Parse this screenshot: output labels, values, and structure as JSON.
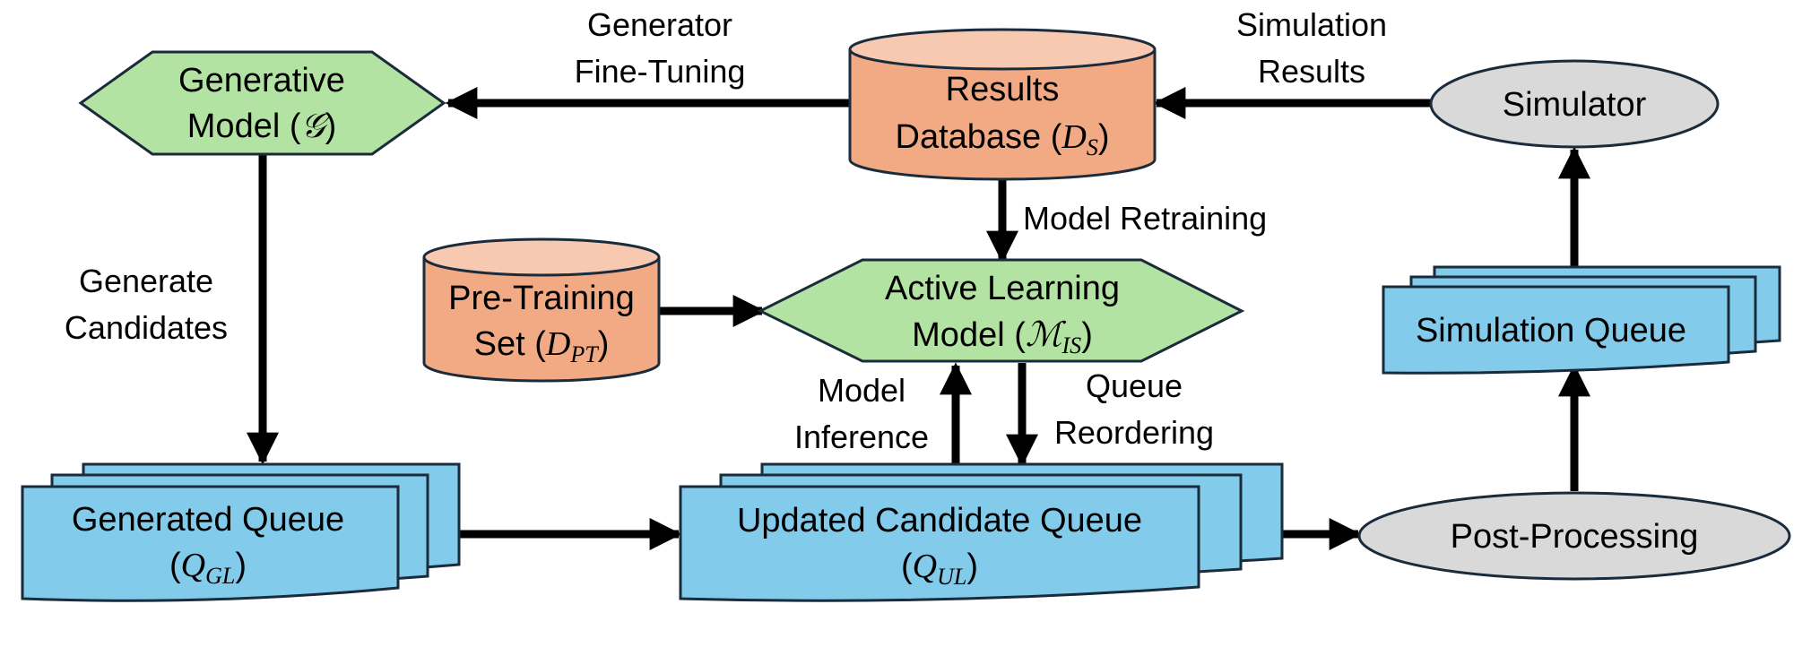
{
  "colors": {
    "green": "#b3e3a2",
    "orange": "#f2aa84",
    "orange_top": "#f6c9b0",
    "blue": "#82cbea",
    "gray": "#d9d9d9",
    "stroke": "#1a2b3c",
    "arrow": "#000000"
  },
  "nodes": {
    "generative_model": {
      "line1": "Generative",
      "line2_text": "Model (",
      "symbol": "𝒢",
      "close": ")"
    },
    "results_db": {
      "line1": "Results",
      "line2_text": "Database (",
      "sym_main": "D",
      "sym_sub": "S",
      "close": ")"
    },
    "simulator": {
      "label": "Simulator"
    },
    "pretraining_set": {
      "line1": "Pre-Training",
      "line2_text": "Set (",
      "sym_main": "D",
      "sym_sub": "PT",
      "close": ")"
    },
    "active_learning": {
      "line1": "Active Learning",
      "line2_text": "Model (",
      "sym_main": "ℳ",
      "sym_sub": "IS",
      "close": ")"
    },
    "simulation_queue": {
      "label": "Simulation Queue"
    },
    "generated_queue": {
      "line1": "Generated Queue",
      "open": "(",
      "sym_main": "Q",
      "sym_sub": "GL",
      "close": ")"
    },
    "updated_queue": {
      "line1": "Updated Candidate Queue",
      "open": "(",
      "sym_main": "Q",
      "sym_sub": "UL",
      "close": ")"
    },
    "post_processing": {
      "label": "Post-Processing"
    }
  },
  "edge_labels": {
    "generator_finetuning": [
      "Generator",
      "Fine-Tuning"
    ],
    "simulation_results": [
      "Simulation",
      "Results"
    ],
    "model_retraining": "Model Retraining",
    "generate_candidates": [
      "Generate",
      "Candidates"
    ],
    "model_inference": [
      "Model",
      "Inference"
    ],
    "queue_reordering": [
      "Queue",
      "Reordering"
    ]
  }
}
